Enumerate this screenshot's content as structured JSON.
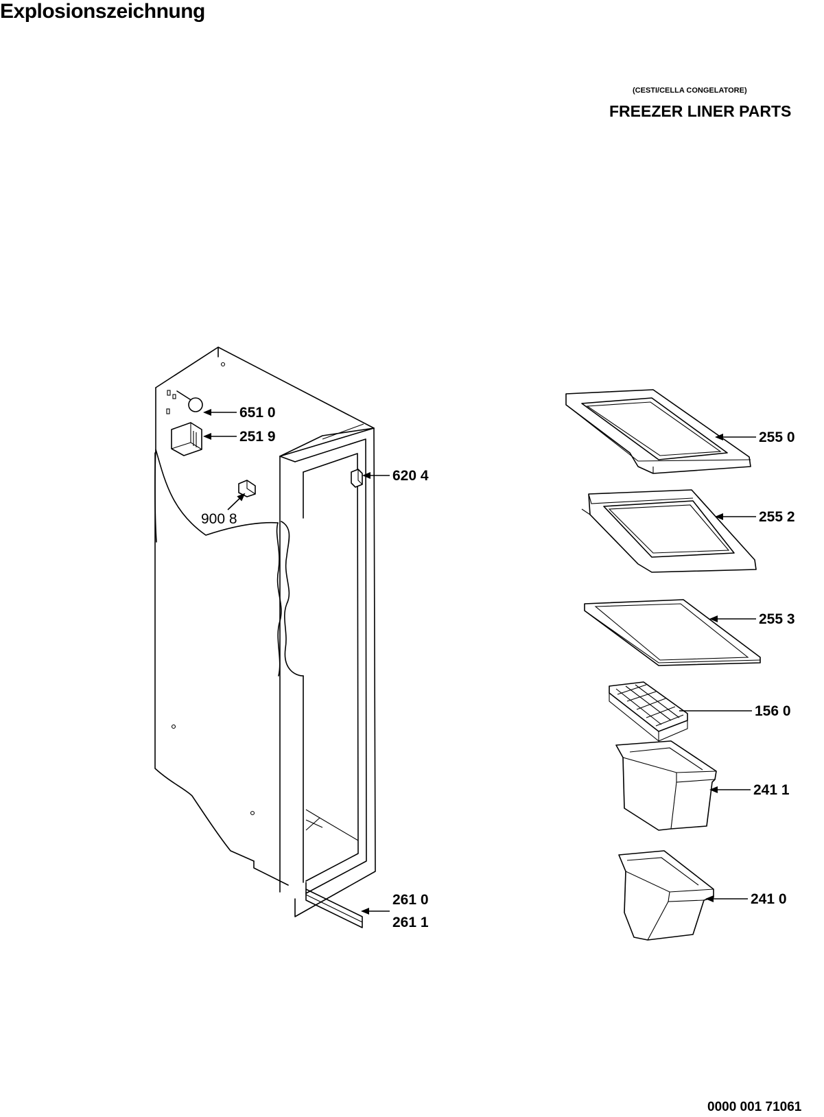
{
  "header": {
    "title": "Explosionszeichnung",
    "subtitle_small": "(CESTI/CELLA CONGELATORE)",
    "subtitle_main": "FREEZER LINER PARTS"
  },
  "footer": {
    "document_number": "0000 001 71061"
  },
  "parts": [
    {
      "id": "part-651-0",
      "label": "651 0"
    },
    {
      "id": "part-251-9",
      "label": "251 9"
    },
    {
      "id": "part-620-4",
      "label": "620 4"
    },
    {
      "id": "part-900-8",
      "label": "900 8"
    },
    {
      "id": "part-261-0",
      "label": "261 0"
    },
    {
      "id": "part-261-1",
      "label": "261 1"
    },
    {
      "id": "part-255-0",
      "label": "255 0"
    },
    {
      "id": "part-255-2",
      "label": "255 2"
    },
    {
      "id": "part-255-3",
      "label": "255 3"
    },
    {
      "id": "part-156-0",
      "label": "156 0"
    },
    {
      "id": "part-241-1",
      "label": "241 1"
    },
    {
      "id": "part-241-0",
      "label": "241 0"
    }
  ]
}
